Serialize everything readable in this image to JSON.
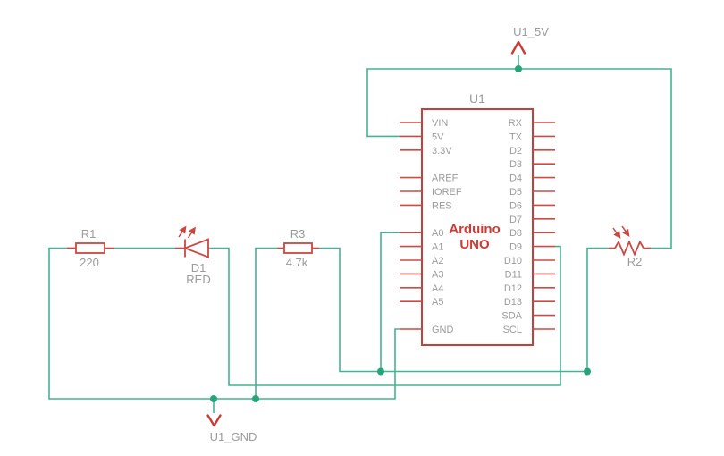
{
  "schematic": {
    "colors": {
      "wire": "#45b294",
      "junction": "#27a478",
      "component": "#cb4743",
      "net_flag": "#cb3a35",
      "label_text": "#9b9b9b",
      "chip_text": "#cf3a35"
    },
    "nets": {
      "power": "U1_5V",
      "ground": "U1_GND"
    },
    "components": {
      "u1": {
        "refdes": "U1",
        "part_line1": "Arduino",
        "part_line2": "UNO",
        "left_pins": [
          "VIN",
          "5V",
          "3.3V",
          "AREF",
          "IOREF",
          "RES",
          "A0",
          "A1",
          "A2",
          "A3",
          "A4",
          "A5",
          "GND"
        ],
        "right_pins": [
          "RX",
          "TX",
          "D2",
          "D3",
          "D4",
          "D5",
          "D6",
          "D7",
          "D8",
          "D9",
          "D10",
          "D11",
          "D12",
          "D13",
          "SDA",
          "SCL"
        ]
      },
      "r1": {
        "refdes": "R1",
        "value": "220"
      },
      "r3": {
        "refdes": "R3",
        "value": "4.7k"
      },
      "r2": {
        "refdes": "R2"
      },
      "d1": {
        "refdes": "D1",
        "value": "RED"
      }
    }
  }
}
